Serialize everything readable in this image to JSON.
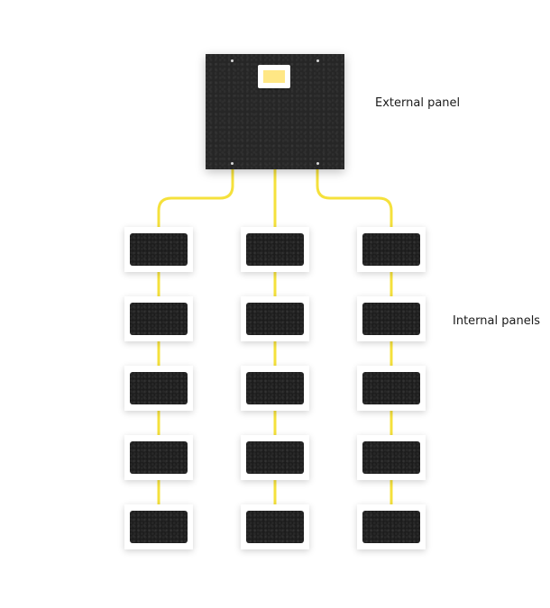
{
  "labels": {
    "external": "External panel",
    "internal": "Internal panels"
  },
  "diagram": {
    "external_panel_count": 1,
    "internal_columns": 3,
    "internal_rows": 5
  },
  "colors": {
    "wire": "#f5e13c",
    "panel_dark": "#262626",
    "indicator": "#ffe785",
    "internal_frame": "#ffffff",
    "internal_fill": "#1c1c1c"
  }
}
